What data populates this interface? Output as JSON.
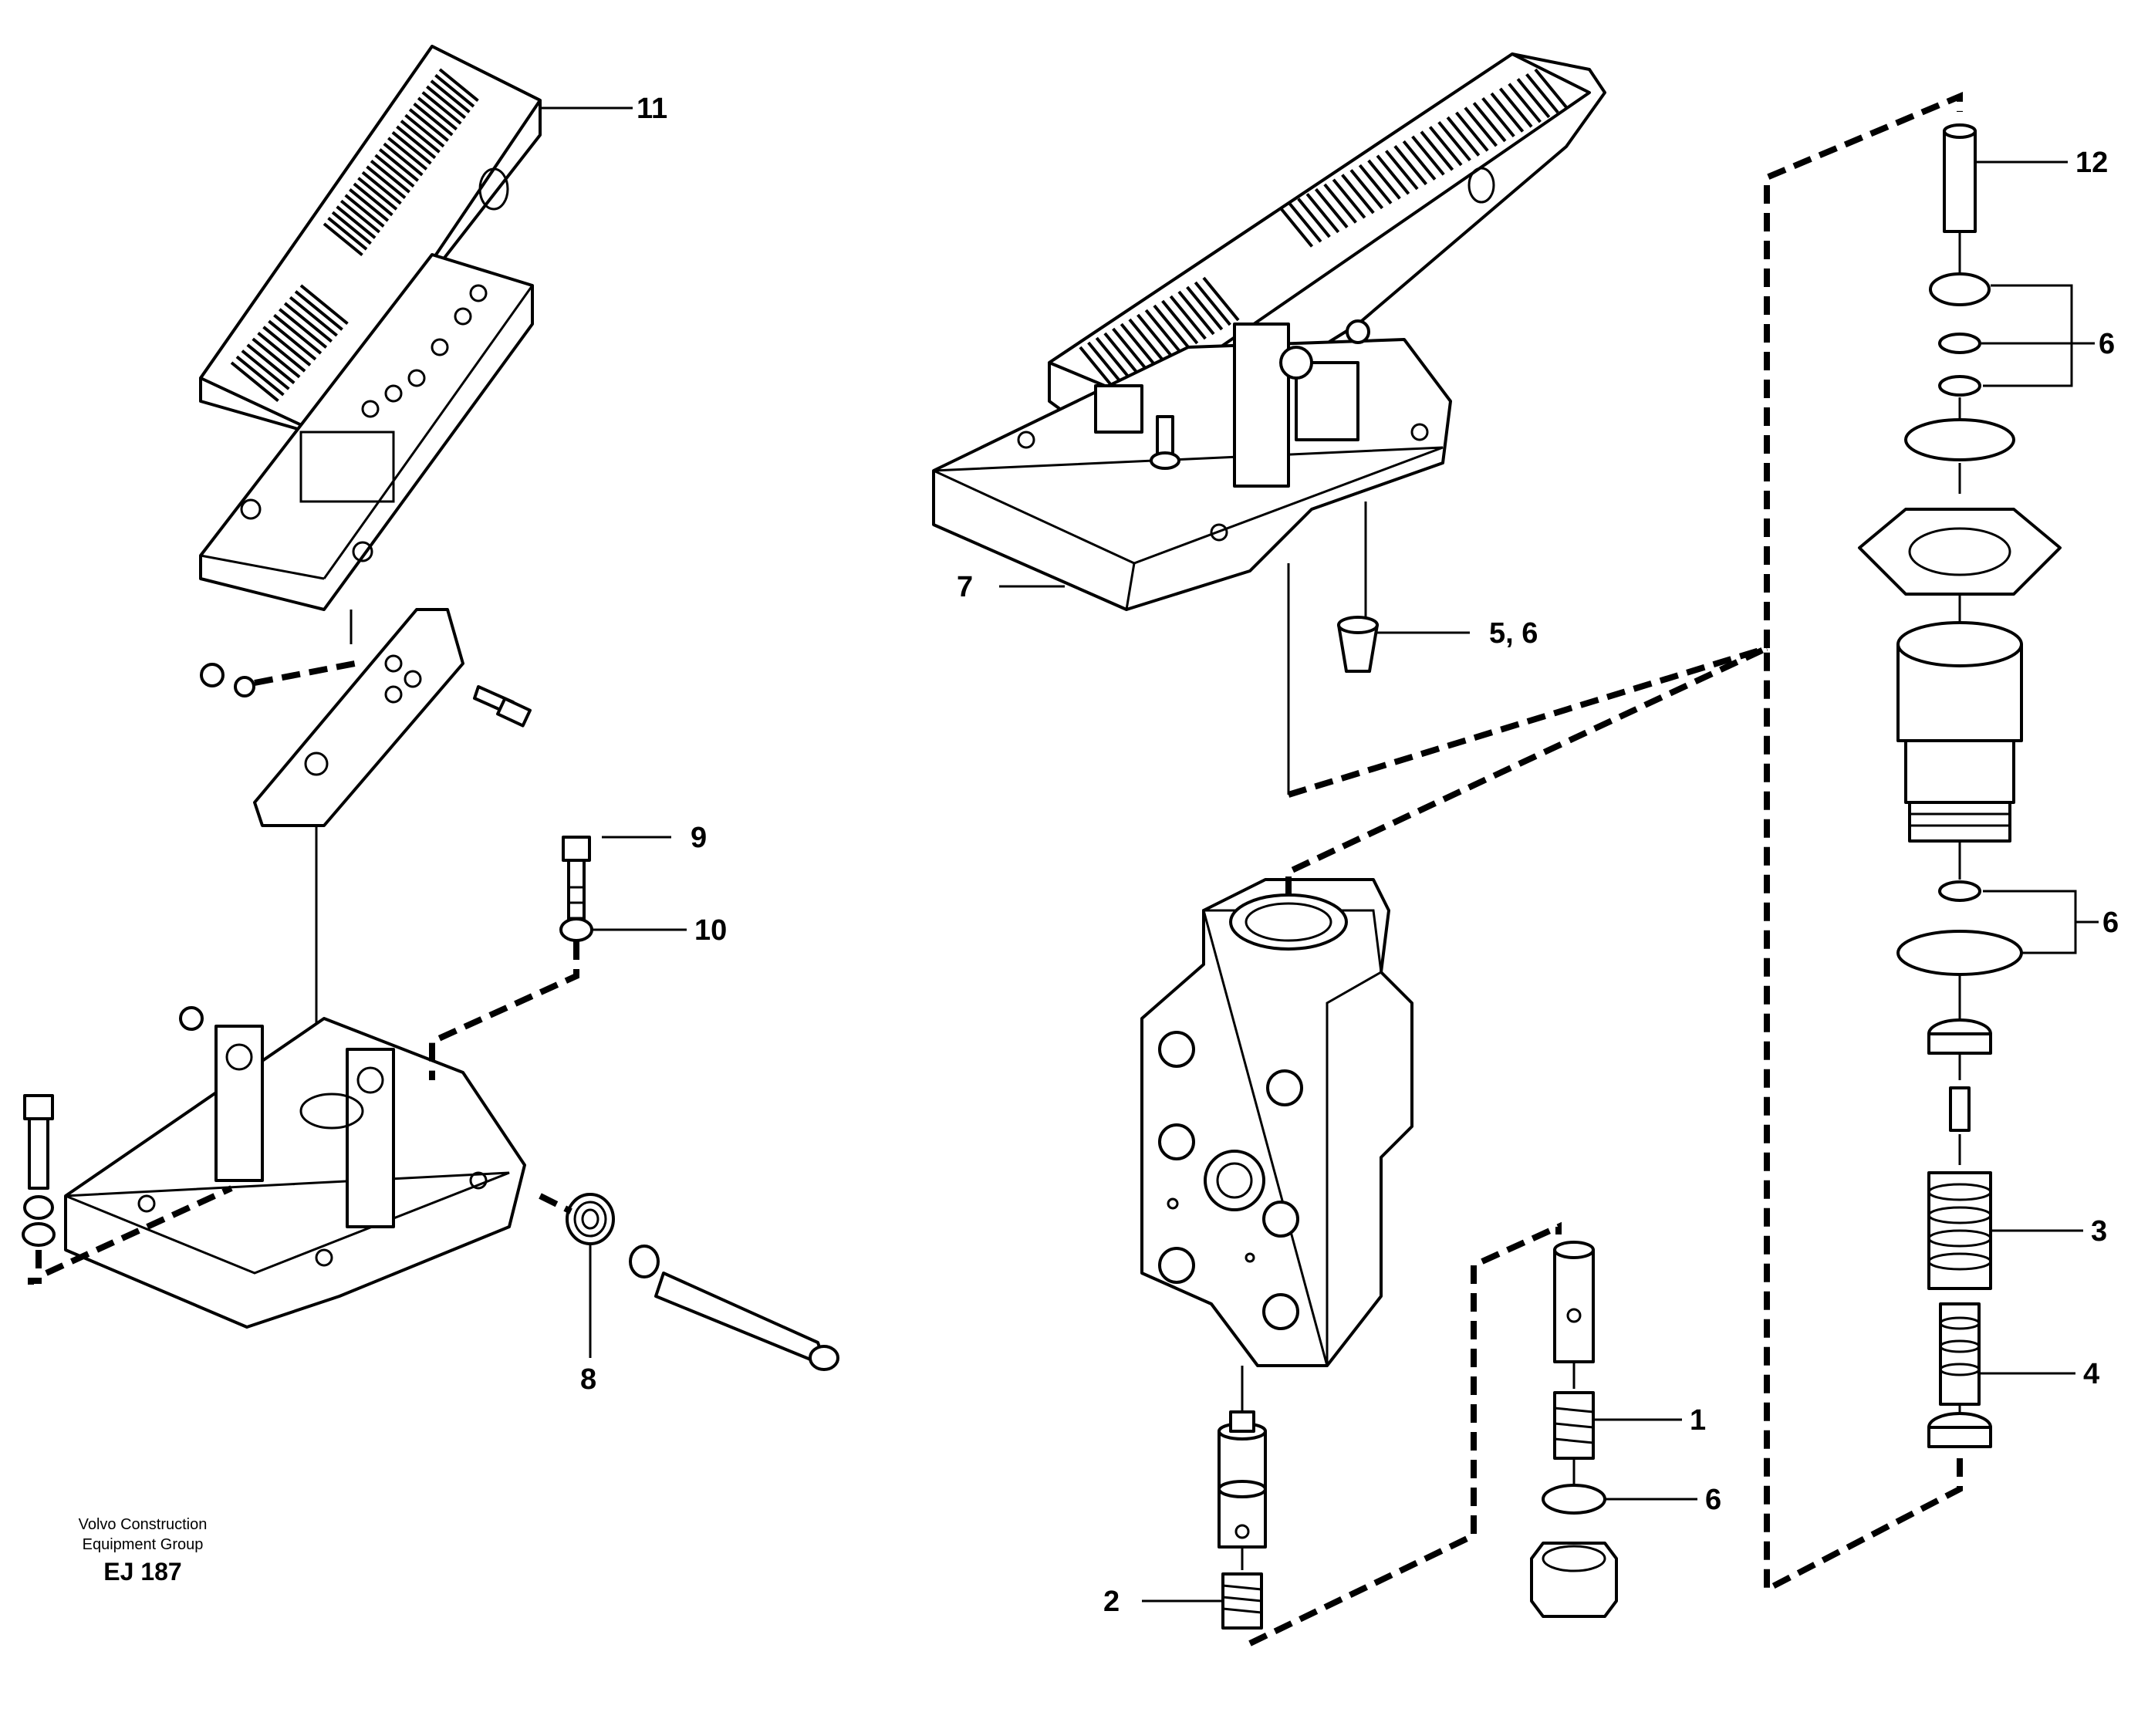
{
  "callouts": {
    "c1": "1",
    "c2": "2",
    "c3": "3",
    "c4": "4",
    "c56": "5, 6",
    "c6a": "6",
    "c6b": "6",
    "c6c": "6",
    "c7": "7",
    "c8": "8",
    "c9": "9",
    "c10": "10",
    "c11": "11",
    "c12": "12"
  },
  "credit": {
    "line1": "Volvo Construction",
    "line2": "Equipment Group",
    "code": "EJ 187"
  }
}
